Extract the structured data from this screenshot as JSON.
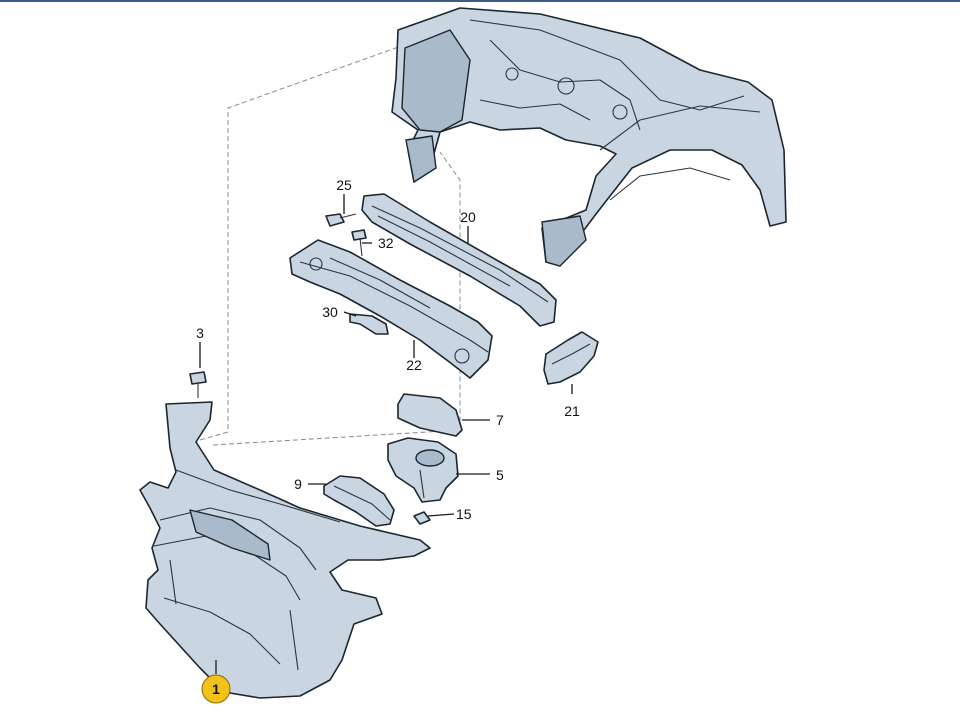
{
  "diagram": {
    "callouts": [
      {
        "id": "c25",
        "text": "25"
      },
      {
        "id": "c20",
        "text": "20"
      },
      {
        "id": "c32",
        "text": "32"
      },
      {
        "id": "c30",
        "text": "30"
      },
      {
        "id": "c22",
        "text": "22"
      },
      {
        "id": "c3",
        "text": "3"
      },
      {
        "id": "c21",
        "text": "21"
      },
      {
        "id": "c7",
        "text": "7"
      },
      {
        "id": "c5",
        "text": "5"
      },
      {
        "id": "c9",
        "text": "9"
      },
      {
        "id": "c15",
        "text": "15"
      },
      {
        "id": "c1",
        "text": "1",
        "highlighted": true
      }
    ],
    "colors": {
      "part_fill": "#c9d6e2",
      "outline": "#1c2630",
      "highlight": "#f2c21b"
    }
  }
}
